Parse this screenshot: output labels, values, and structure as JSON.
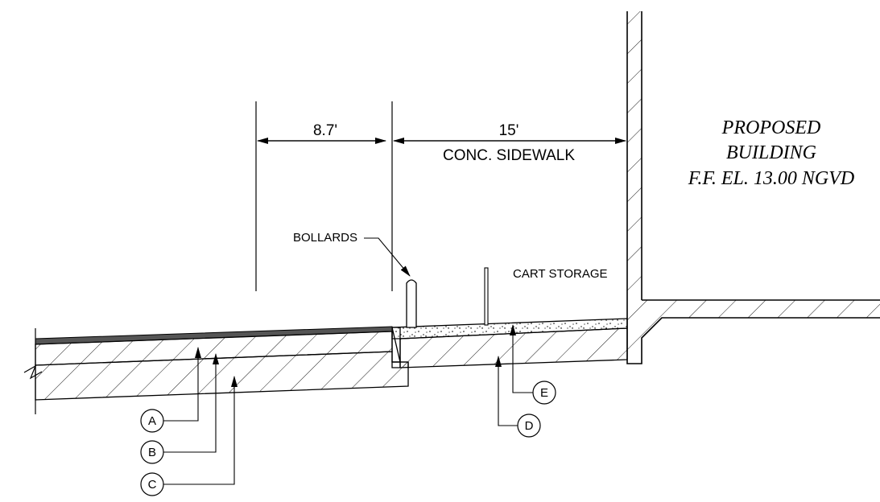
{
  "dimensions": {
    "left_width": "8.7'",
    "right_width": "15'",
    "right_label": "CONC. SIDEWALK"
  },
  "notes": {
    "bollards": "BOLLARDS",
    "cart_storage": "CART STORAGE"
  },
  "building": {
    "line1": "PROPOSED",
    "line2": "BUILDING",
    "line3": "F.F. EL. 13.00 NGVD"
  },
  "callouts": {
    "a": "A",
    "b": "B",
    "c": "C",
    "d": "D",
    "e": "E"
  }
}
